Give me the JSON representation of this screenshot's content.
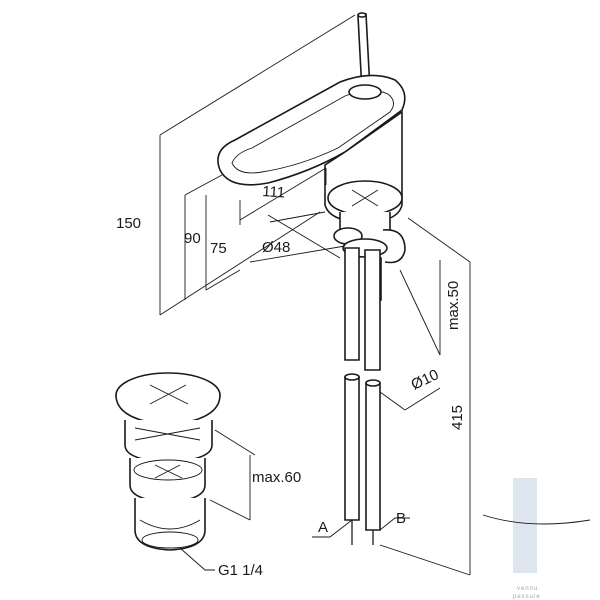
{
  "diagram": {
    "dimensions": {
      "height_total": "150",
      "height_spout": "90",
      "height_outlet": "75",
      "projection": "111",
      "diameter_base": "Ø48",
      "max_thickness": "max.50",
      "hose_diameter": "Ø10",
      "hose_length": "415",
      "waste_height": "max.60",
      "thread": "G1 1/4"
    },
    "connections": {
      "a": "A",
      "b": "B"
    },
    "watermark": {
      "line1": "vennu",
      "line2": "pessule"
    }
  }
}
